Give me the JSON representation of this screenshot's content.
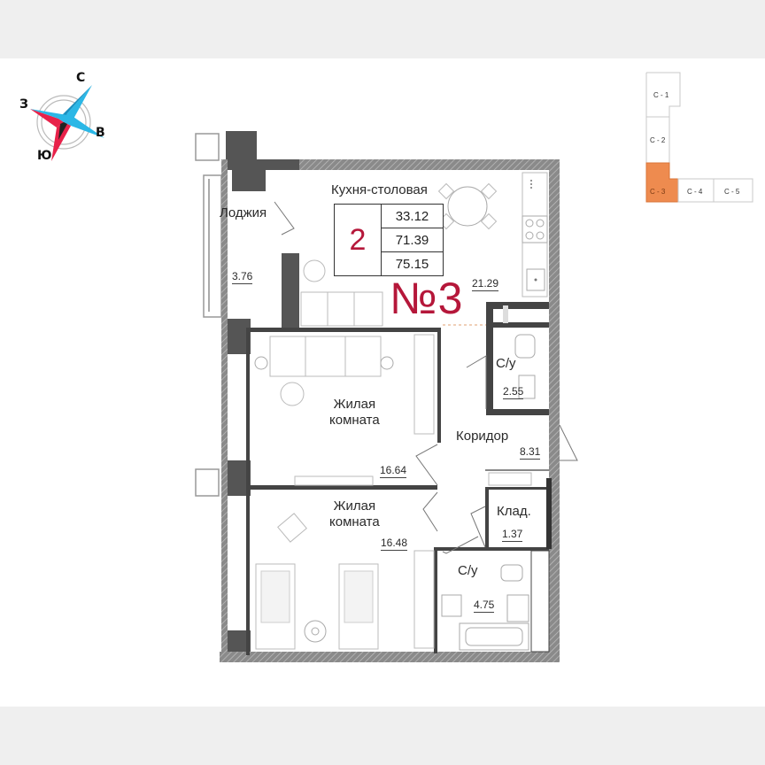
{
  "compass": {
    "north": "С",
    "east": "В",
    "south": "Ю",
    "west": "З",
    "colors": {
      "north_arm": "#2bb7e6",
      "south_arm": "#e8224a",
      "ring": "#bbbbbb"
    }
  },
  "key_plan": {
    "sections": [
      {
        "label": "С - 1",
        "selected": false
      },
      {
        "label": "С - 2",
        "selected": false
      },
      {
        "label": "С - 3",
        "selected": true
      },
      {
        "label": "С - 4",
        "selected": false
      },
      {
        "label": "С - 5",
        "selected": false
      }
    ],
    "highlight_color": "#ee8b4f"
  },
  "apartment": {
    "number_label": "№3",
    "rooms_count": "2",
    "living_area": "33.12",
    "total_area": "71.39",
    "total_area_with_loggia": "75.15",
    "accent_color": "#b5173a"
  },
  "rooms": [
    {
      "id": "loggia",
      "name": "Лоджия",
      "area": "3.76"
    },
    {
      "id": "kitchen",
      "name": "Кухня-столовая",
      "area": "21.29"
    },
    {
      "id": "bathroom1",
      "name": "С/у",
      "area": "2.55"
    },
    {
      "id": "corridor",
      "name": "Коридор",
      "area": "8.31"
    },
    {
      "id": "living1",
      "name": "Жилая\nкомната",
      "name_line1": "Жилая",
      "name_line2": "комната",
      "area": "16.64"
    },
    {
      "id": "living2",
      "name": "Жилая\nкомната",
      "name_line1": "Жилая",
      "name_line2": "комната",
      "area": "16.48"
    },
    {
      "id": "storage",
      "name": "Клад.",
      "area": "1.37"
    },
    {
      "id": "bathroom2",
      "name": "С/у",
      "area": "4.75"
    }
  ]
}
